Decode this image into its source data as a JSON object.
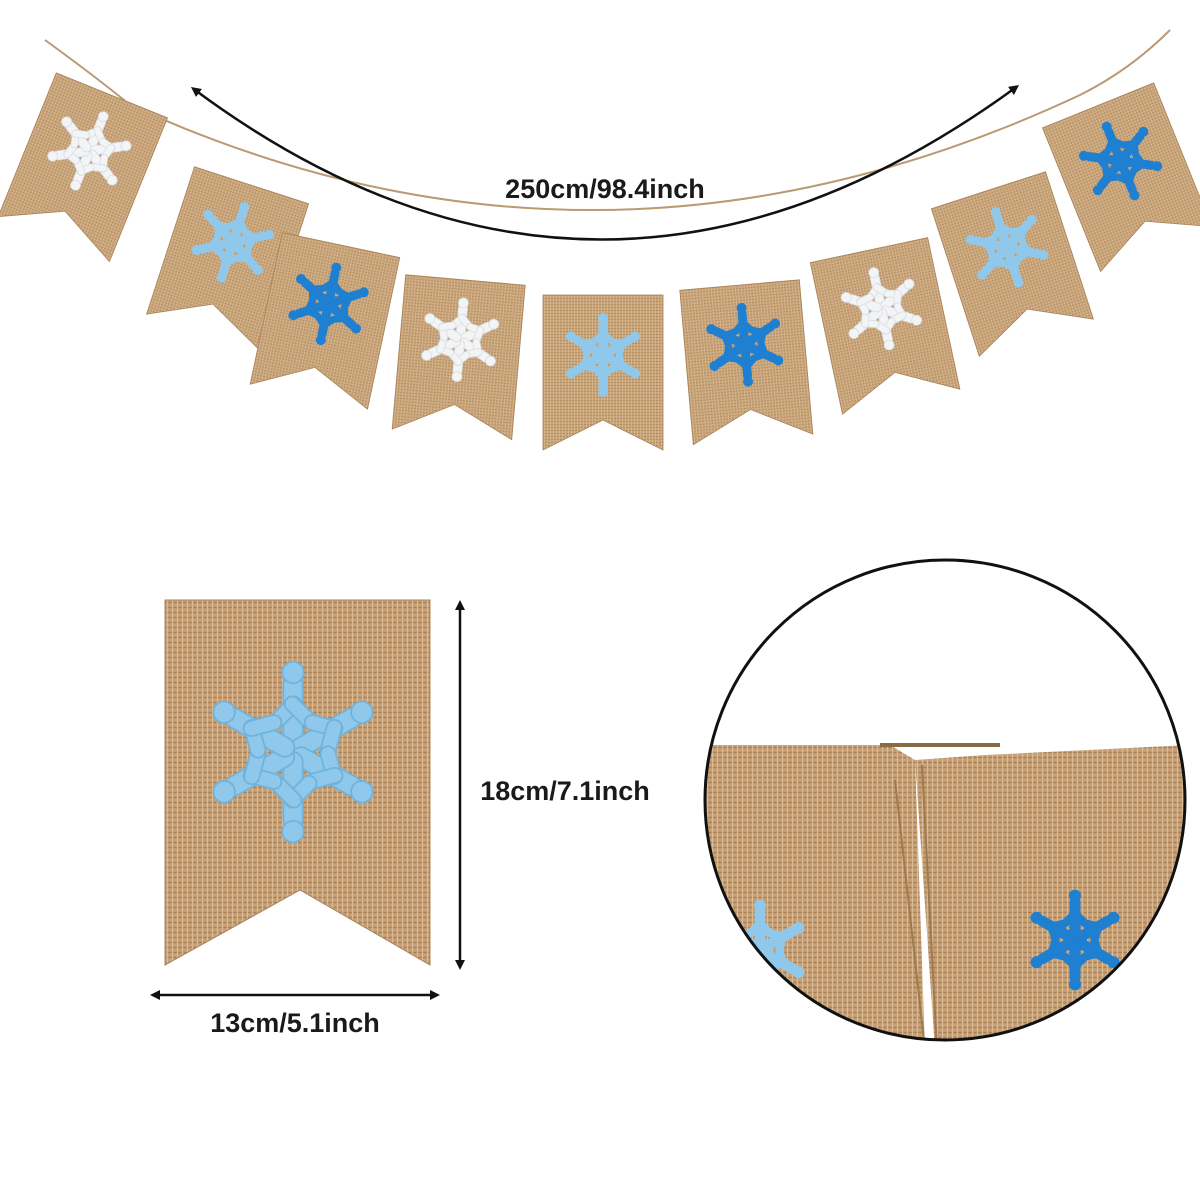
{
  "dimensions": {
    "garland_length": "250cm/98.4inch",
    "flag_height": "18cm/7.1inch",
    "flag_width": "13cm/5.1inch"
  },
  "flags": [
    {
      "snowflake_color": "white"
    },
    {
      "snowflake_color": "light-blue"
    },
    {
      "snowflake_color": "blue"
    },
    {
      "snowflake_color": "white"
    },
    {
      "snowflake_color": "light-blue"
    },
    {
      "snowflake_color": "blue"
    },
    {
      "snowflake_color": "white"
    },
    {
      "snowflake_color": "light-blue"
    },
    {
      "snowflake_color": "blue"
    }
  ],
  "colors": {
    "burlap": "#c9a57b",
    "burlap_dark": "#a88258",
    "white_flake": "#f2f4f6",
    "light_blue_flake": "#8fc8ea",
    "blue_flake": "#1f7fd1",
    "outline": "#111111"
  }
}
